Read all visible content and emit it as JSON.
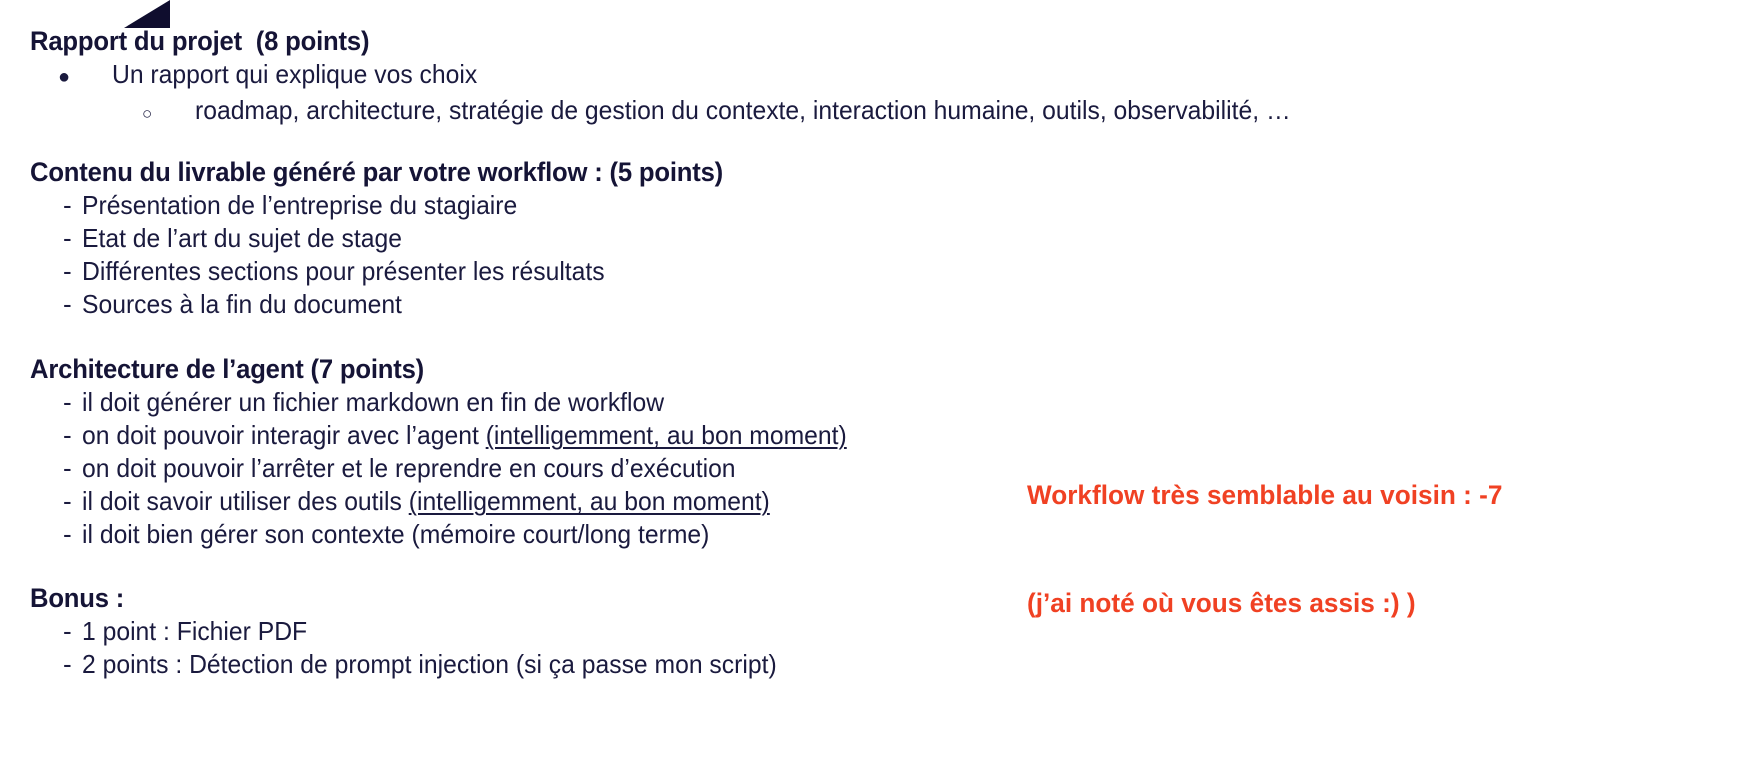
{
  "theme": {
    "background": "#ffffff",
    "text_color": "#151436",
    "accent_color": "#F04123",
    "decor_color": "#0f0d2e"
  },
  "decor": {
    "corner_triangle": "triangle-decoration"
  },
  "sections": [
    {
      "heading": "Rapport du projet  (8 points)",
      "items": [
        {
          "marker": "●",
          "marker_type": "disc",
          "text": "Un rapport qui explique vos choix"
        },
        {
          "marker": "○",
          "marker_type": "circle",
          "text": "roadmap, architecture, stratégie de gestion du contexte, interaction humaine, outils, observabilité, …"
        }
      ]
    },
    {
      "heading": "Contenu du livrable généré par votre workflow : (5 points)",
      "items": [
        {
          "marker": "-",
          "marker_type": "dash",
          "text": "Présentation de l’entreprise du stagiaire"
        },
        {
          "marker": "-",
          "marker_type": "dash",
          "text": "Etat de l’art du sujet de stage"
        },
        {
          "marker": "-",
          "marker_type": "dash",
          "text": "Différentes sections pour présenter les résultats"
        },
        {
          "marker": "-",
          "marker_type": "dash",
          "text": "Sources à la fin du document"
        }
      ]
    },
    {
      "heading": "Architecture de l’agent (7 points)",
      "items": [
        {
          "marker": "-",
          "marker_type": "dash",
          "text": "il doit générer un fichier markdown en fin de workflow"
        },
        {
          "marker": "-",
          "marker_type": "dash",
          "text": "on doit pouvoir interagir avec l’agent ",
          "underlined": "(intelligemment, au bon moment)"
        },
        {
          "marker": "-",
          "marker_type": "dash",
          "text": "on doit pouvoir l’arrêter et le reprendre en cours d’exécution"
        },
        {
          "marker": "-",
          "marker_type": "dash",
          "text": "il doit savoir utiliser des outils ",
          "underlined": "(intelligemment, au bon moment)"
        },
        {
          "marker": "-",
          "marker_type": "dash",
          "text": "il doit bien gérer son contexte (mémoire court/long terme)"
        }
      ]
    },
    {
      "heading": "Bonus :",
      "items": [
        {
          "marker": "-",
          "marker_type": "dash",
          "text": "1 point : Fichier PDF"
        },
        {
          "marker": "-",
          "marker_type": "dash",
          "text": "2 points : Détection de prompt injection (si ça passe mon script)"
        }
      ]
    }
  ],
  "annotation": {
    "line1": "Workflow très semblable au voisin : -7",
    "line2": "(j’ai noté où vous êtes assis :) )"
  }
}
